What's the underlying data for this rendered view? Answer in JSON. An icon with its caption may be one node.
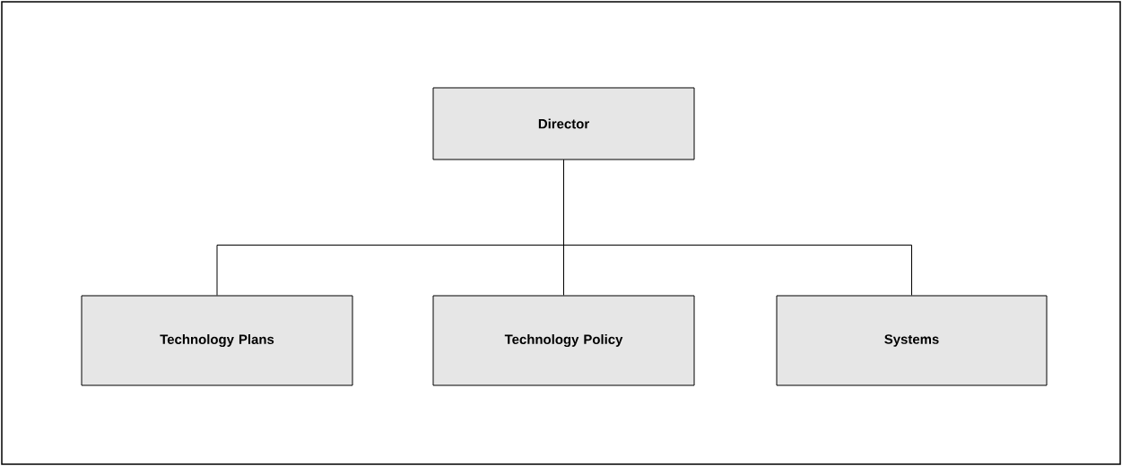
{
  "diagram": {
    "nodes": [
      {
        "text": [
          "Director"
        ]
      },
      {
        "text": [
          "Technology Plans"
        ]
      },
      {
        "text": [
          "Technology Policy"
        ]
      },
      {
        "text": [
          "Systems"
        ]
      }
    ],
    "edges": [
      {
        "from": 0,
        "to": 1,
        "arrow": "none"
      },
      {
        "from": 0,
        "to": 2,
        "arrow": "none"
      },
      {
        "from": 0,
        "to": 3,
        "arrow": "none"
      }
    ]
  }
}
